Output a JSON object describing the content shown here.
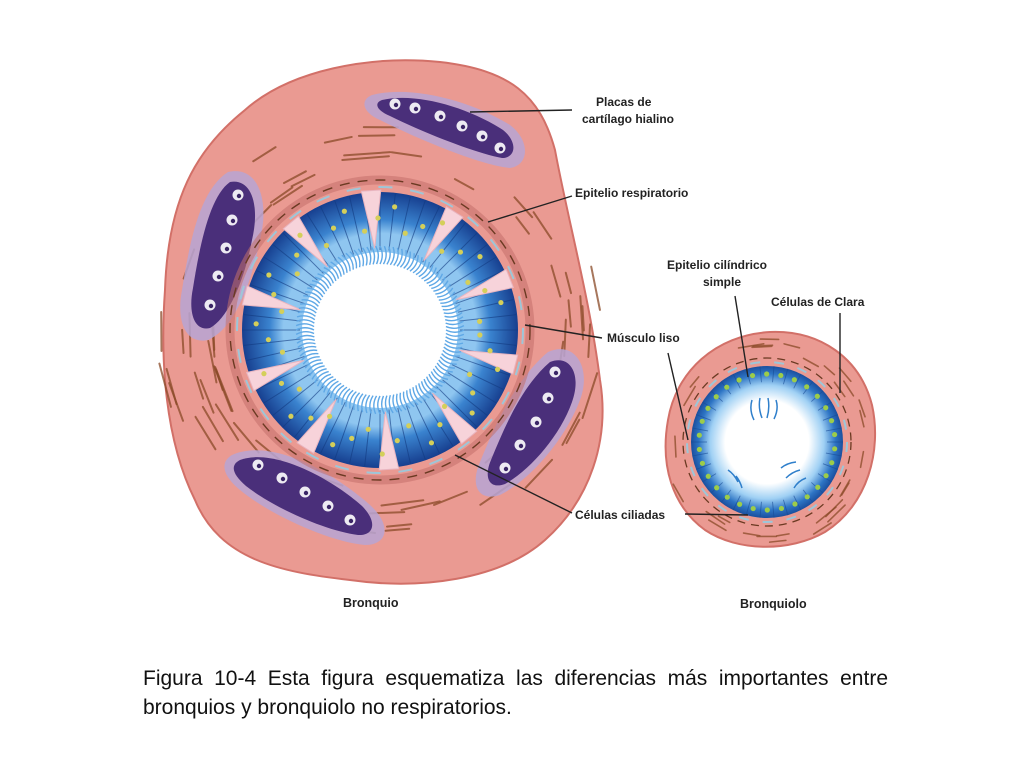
{
  "labels": {
    "cartilage": [
      "Placas de",
      "cartílago hialino"
    ],
    "respiratory_epithelium": "Epitelio respiratorio",
    "simple_columnar": [
      "Epitelio cilíndrico",
      "simple"
    ],
    "clara_cells": "Células de Clara",
    "smooth_muscle": "Músculo liso",
    "ciliated_cells": "Células ciliadas"
  },
  "subtitles": {
    "bronchus": "Bronquio",
    "bronchiole": "Bronquiolo"
  },
  "caption": "Figura 10-4 Esta figura esquematiza las diferencias más importantes entre bronquios y bronquiolo no respiratorios.",
  "colors": {
    "tissue": "#ea9a92",
    "tissue_edge": "#d9776f",
    "fibers": "#8a4a28",
    "cartilage": "#4a2f7a",
    "cartilage_halo": "#b7a4d4",
    "epithelium": "#1f5fb0",
    "epithelium_light": "#5fa8e6",
    "muscle_pink": "#f7d3da",
    "nucleus": "#d4cf5a",
    "cilia": "#5fa8e6"
  }
}
